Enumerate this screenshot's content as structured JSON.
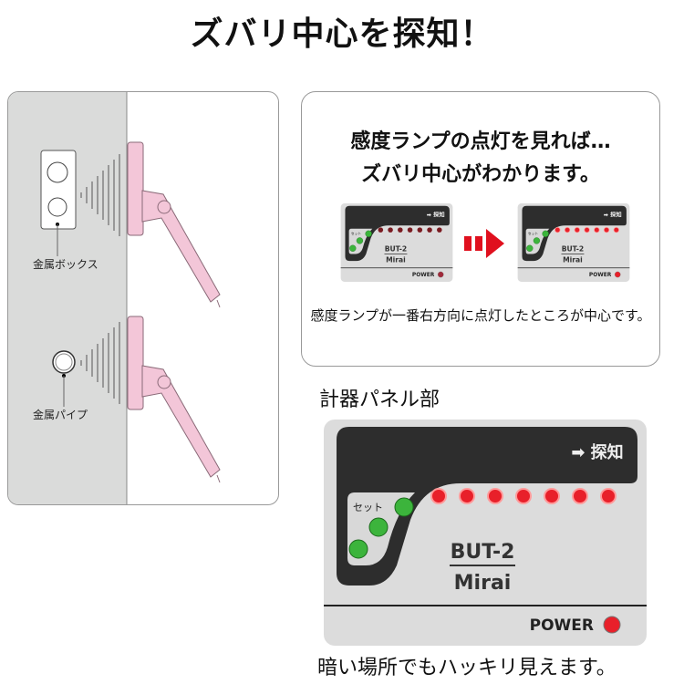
{
  "title": "ズバリ中心を探知！",
  "illustration": {
    "label_box": "金属ボックス",
    "label_pipe": "金属パイプ"
  },
  "explanation": {
    "heading_line1": "感度ランプの点灯を見れば…",
    "heading_line2": "ズバリ中心がわかります。",
    "note": "感度ランプが一番右方向に点灯したところが中心です。"
  },
  "panel_section_label": "計器パネル部",
  "panel": {
    "detect_label": "➡ 探知",
    "set_label": "セット",
    "model": "BUT-2",
    "brand": "Mirai",
    "power_label": "POWER",
    "sensitivity_led_count": 7,
    "set_led_count": 3,
    "led_red": "#e8202a",
    "led_green": "#3cb43c",
    "dark_color": "#2d2d2d",
    "body_color": "#dcdcdc"
  },
  "arrow_color": "#e0101e",
  "bottom_caption": "暗い場所でもハッキリ見えます。"
}
